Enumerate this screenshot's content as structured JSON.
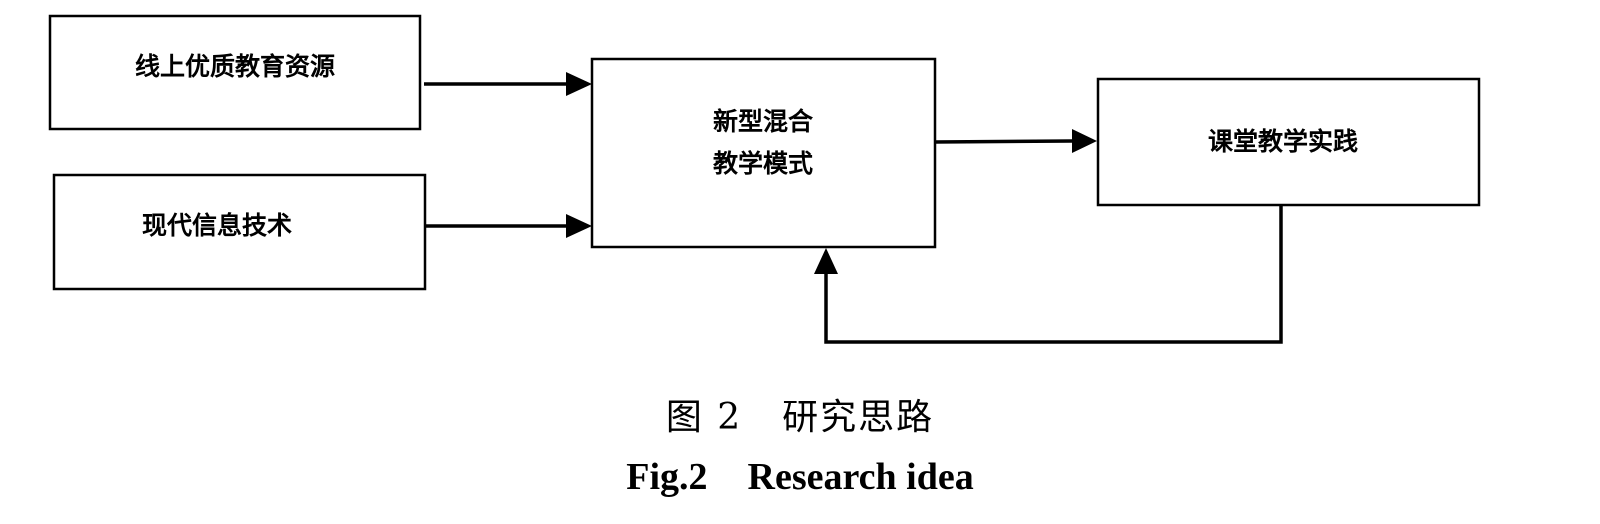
{
  "diagram": {
    "nodes": {
      "online_resources": "线上优质教育资源",
      "modern_tech": "现代信息技术",
      "blended_model_line1": "新型混合",
      "blended_model_line2": "教学模式",
      "classroom_practice": "课堂教学实践"
    }
  },
  "caption": {
    "cn_number": "图 2",
    "cn_title": "研究思路",
    "en_number": "Fig.2",
    "en_title": "Research idea"
  }
}
